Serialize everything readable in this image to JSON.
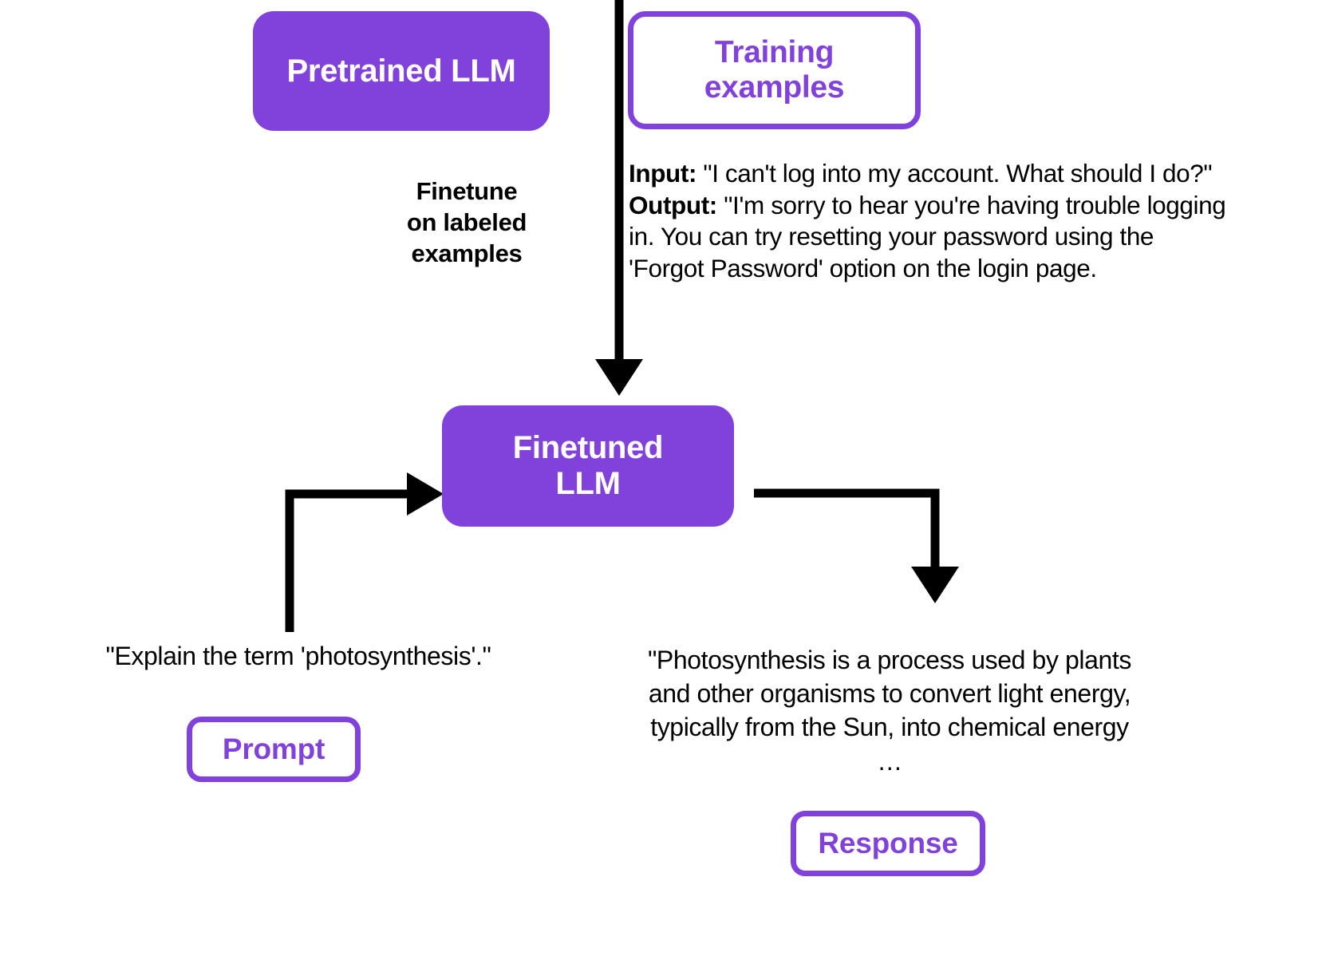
{
  "diagram": {
    "title": "LLM finetuning flow",
    "accent_color": "#8142DC",
    "text_color": "#000000",
    "background": "#ffffff"
  },
  "nodes": {
    "pretrained_llm": "Pretrained LLM",
    "training_examples": "Training\nexamples",
    "finetuned_llm": "Finetuned\nLLM",
    "prompt_badge": "Prompt",
    "response_badge": "Response"
  },
  "labels": {
    "finetune_arrow": "Finetune\non labeled\nexamples"
  },
  "training_example": {
    "input_label": "Input:",
    "input_text": "\"I can't log into my account. What should I do?\"",
    "output_label": "Output:",
    "output_text": "\"I'm sorry to hear you're having trouble logging in. You can try resetting your password using the 'Forgot Password' option on the login page."
  },
  "inference": {
    "prompt_text": "\"Explain the term 'photosynthesis'.\"",
    "response_text": "\"Photosynthesis is a process used by plants and other organisms to convert light energy, typically from the Sun, into chemical energy …"
  },
  "arrows": [
    {
      "name": "finetune-arrow",
      "from": "training-data",
      "to": "finetuned-llm",
      "direction": "down"
    },
    {
      "name": "prompt-arrow",
      "from": "prompt",
      "to": "finetuned-llm",
      "direction": "up-right"
    },
    {
      "name": "response-arrow",
      "from": "finetuned-llm",
      "to": "response",
      "direction": "right-down"
    }
  ]
}
